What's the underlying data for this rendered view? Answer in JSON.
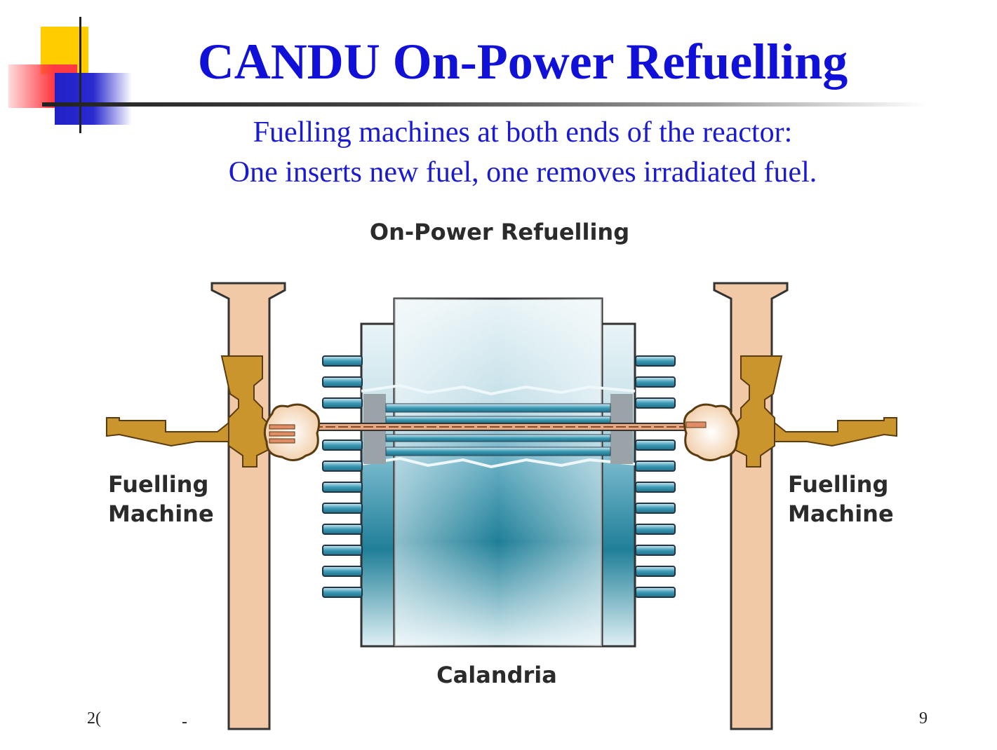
{
  "slide": {
    "title": "CANDU On-Power Refuelling",
    "subtitle_line1": "Fuelling machines at both ends of the reactor:",
    "subtitle_line2": "One inserts new fuel, one removes irradiated fuel.",
    "footer_left": "2(",
    "page_number": "9"
  },
  "diagram": {
    "heading": "On-Power Refuelling",
    "left_label_line1": "Fuelling",
    "left_label_line2": "Machine",
    "right_label_line1": "Fuelling",
    "right_label_line2": "Machine",
    "bottom_label": "Calandria"
  },
  "colors": {
    "title": "#1010d8",
    "subtitle": "#1a1ad0",
    "support_column": "#f2c9a6",
    "fuelling_machine": "#c9952c",
    "calandria_water": "#2a90a8",
    "fuel_channel": "#4aa7c0"
  }
}
